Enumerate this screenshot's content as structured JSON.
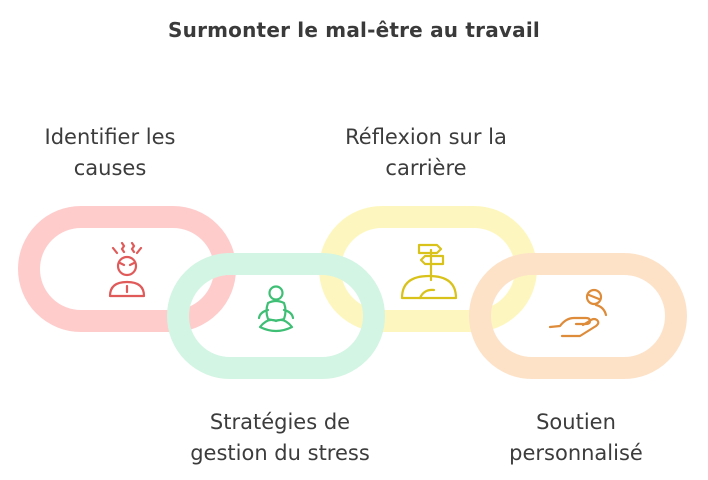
{
  "title": "Surmonter le mal-être au travail",
  "steps": [
    {
      "label": "Identifier les\ncauses",
      "icon": "stressed-person-icon",
      "color": "#ffcccc",
      "icon_color": "#e05a5a"
    },
    {
      "label": "Stratégies de\ngestion du stress",
      "icon": "meditation-icon",
      "color": "#d3f5e3",
      "icon_color": "#3fbf75"
    },
    {
      "label": "Réflexion sur la\ncarrière",
      "icon": "signpost-hill-icon",
      "color": "#fdf7bf",
      "icon_color": "#d9c21a"
    },
    {
      "label": "Soutien\npersonnalisé",
      "icon": "helping-hand-icon",
      "color": "#fde2c8",
      "icon_color": "#de8b3a"
    }
  ]
}
